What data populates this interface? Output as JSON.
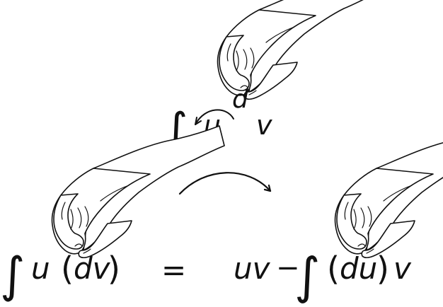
{
  "top_expression": {
    "integral_sign": "∫",
    "u": "u",
    "d": "d",
    "v": "v"
  },
  "bottom_left": {
    "integral_sign": "∫",
    "u": "u",
    "lparen": "(",
    "dv": "dv",
    "rparen": ")"
  },
  "equals": "=",
  "bottom_right": {
    "uv": "uv",
    "minus": "−",
    "integral_sign": "∫",
    "lparen": "(",
    "du": "du",
    "rparen": ")",
    "v": "v"
  },
  "icons": [
    "hand-pinching-icon",
    "swap-arc-arrow-icon"
  ],
  "colors": {
    "ink": "#111111",
    "background": "#ffffff"
  }
}
